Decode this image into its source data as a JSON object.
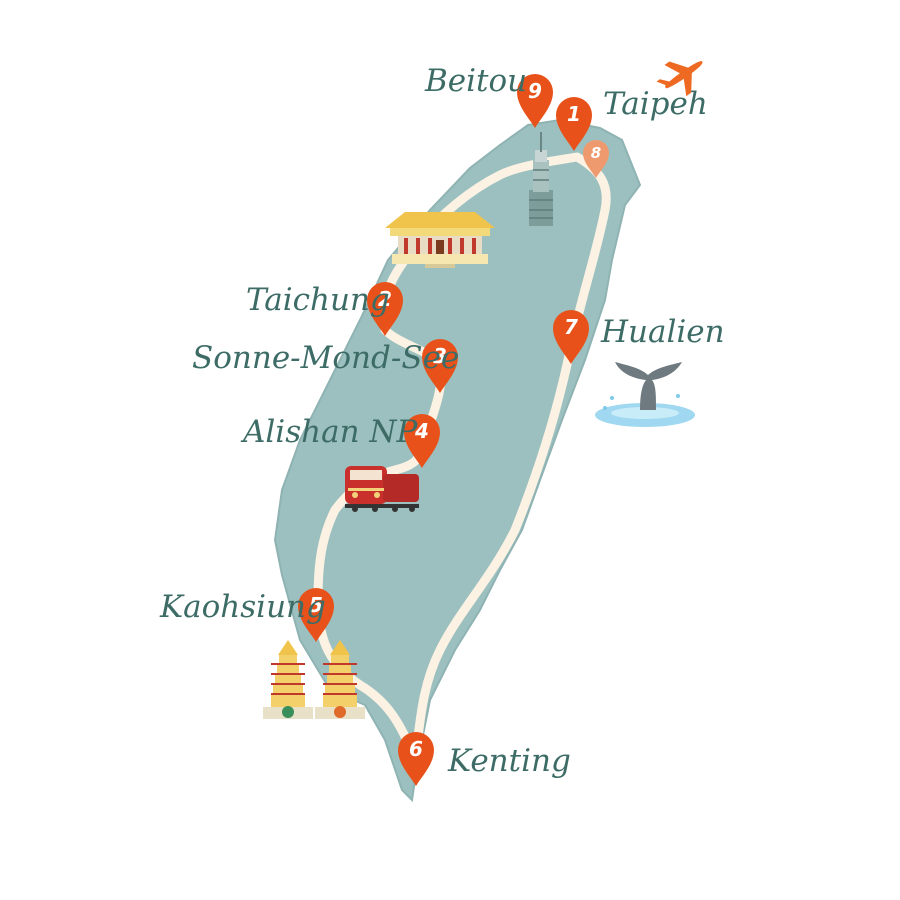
{
  "colors": {
    "island": "#9cc0bf",
    "island_edge": "#8fb3b2",
    "route": "#fbf2e4",
    "pin": "#e8521a",
    "pin_faded": "#ee9a6e",
    "label": "#3d6c67",
    "plane": "#ee6a22"
  },
  "icons": {
    "plane": "airplane-icon",
    "taipei101": "taipei-101-tower-icon",
    "temple": "temple-icon",
    "train": "train-icon",
    "whale": "whale-tail-icon",
    "pagodas": "twin-pagodas-icon"
  },
  "stops": [
    {
      "num": "1",
      "label": "Taipeh"
    },
    {
      "num": "2",
      "label": "Taichung"
    },
    {
      "num": "3",
      "label": "Sonne-Mond-See"
    },
    {
      "num": "4",
      "label": "Alishan NP"
    },
    {
      "num": "5",
      "label": "Kaohsiung"
    },
    {
      "num": "6",
      "label": "Kenting"
    },
    {
      "num": "7",
      "label": "Hualien"
    },
    {
      "num": "8",
      "label": ""
    },
    {
      "num": "9",
      "label": "Beitou"
    }
  ]
}
